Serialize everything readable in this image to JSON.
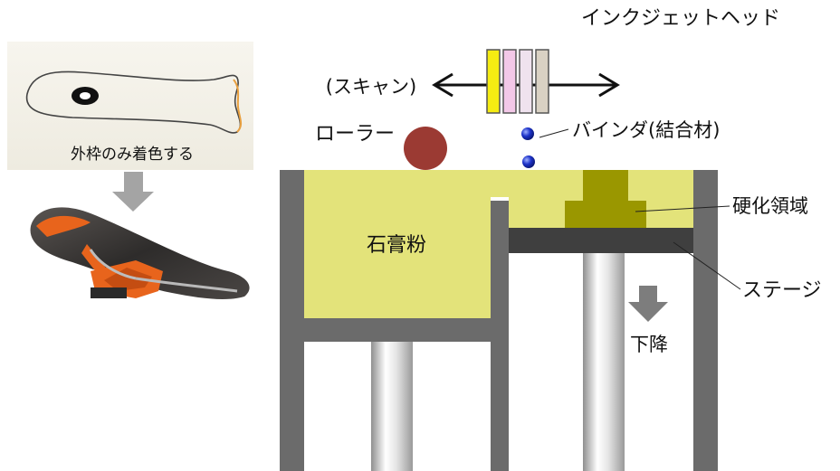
{
  "labels": {
    "inkjet_head": "インクジェットヘッド",
    "scan": "(スキャン)",
    "roller": "ローラー",
    "binder": "バインダ(結合材)",
    "gypsum_powder": "石膏粉",
    "cured_region": "硬化領域",
    "stage": "ステージ",
    "descend": "下降",
    "outline_only": "外枠のみ着色する"
  },
  "colors": {
    "powder": "#e3e37a",
    "wall": "#6b6b6b",
    "stage": "#3f3f3f",
    "cured": "#9a9700",
    "roller": "#9b3a33",
    "binder_drop": "#1d33c9",
    "arrow_gray": "#7d7d7d",
    "nozzle_1": "#f5ec12",
    "nozzle_2": "#f3c8e8",
    "nozzle_3": "#efe2ee",
    "nozzle_4": "#d9d1c3",
    "seat_orange": "#e8641c",
    "seat_dark": "#3a3a3a"
  }
}
